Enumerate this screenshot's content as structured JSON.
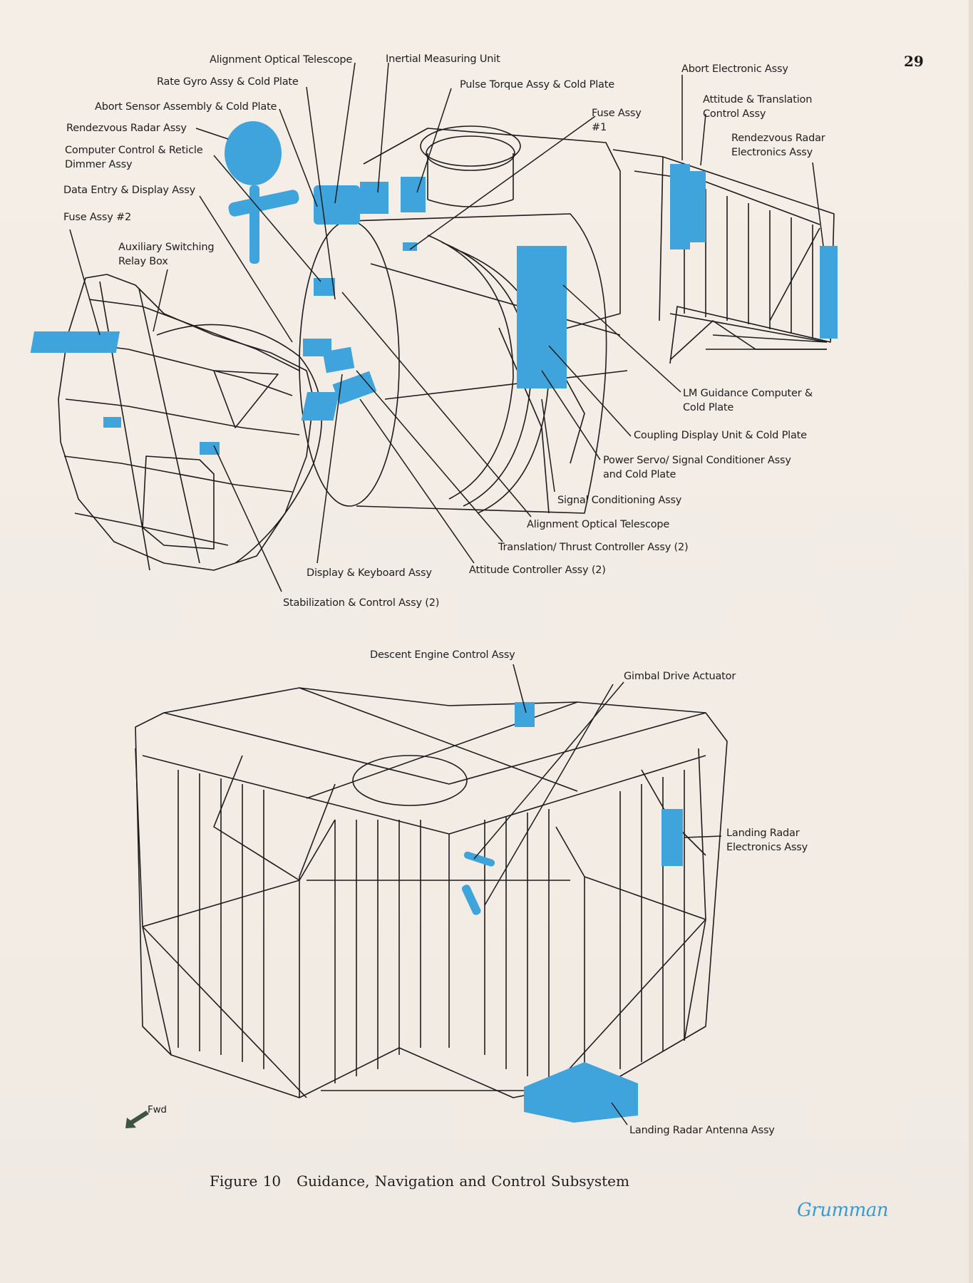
{
  "page": {
    "number": "29",
    "caption_figure": "Figure 10",
    "caption_title": "Guidance, Navigation and Control Subsystem",
    "publisher_logo": "Grumman",
    "direction_indicator": "Fwd",
    "component_highlight_color": "#3fa3dc",
    "line_color": "#1d1d1d",
    "paper_color": "#f3ede6"
  },
  "ascent_stage": {
    "labels": [
      {
        "id": "alignment-optical-telescope-top",
        "text": "Alignment Optical Telescope"
      },
      {
        "id": "inertial-measuring-unit",
        "text": "Inertial Measuring Unit"
      },
      {
        "id": "rate-gyro",
        "text": "Rate Gyro  Assy & Cold Plate"
      },
      {
        "id": "pulse-torque",
        "text": "Pulse Torque Assy &  Cold  Plate"
      },
      {
        "id": "abort-sensor",
        "text": "Abort Sensor Assembly & Cold Plate"
      },
      {
        "id": "fuse-assy-1",
        "text": "Fuse Assy\n#1"
      },
      {
        "id": "rendezvous-radar",
        "text": "Rendezvous Radar Assy"
      },
      {
        "id": "computer-control",
        "text": "Computer  Control &  Reticle\nDimmer Assy"
      },
      {
        "id": "data-entry",
        "text": "Data Entry & Display Assy"
      },
      {
        "id": "fuse-assy-2",
        "text": "Fuse Assy #2"
      },
      {
        "id": "aux-switching",
        "text": "Auxiliary Switching\nRelay Box"
      },
      {
        "id": "abort-electronic",
        "text": "Abort Electronic Assy"
      },
      {
        "id": "attitude-translation",
        "text": "Attitude & Translation\nControl Assy"
      },
      {
        "id": "rr-electronics",
        "text": "Rendezvous Radar\nElectronics Assy"
      },
      {
        "id": "lm-guidance-computer",
        "text": "LM Guidance Computer &\nCold Plate"
      },
      {
        "id": "coupling-display",
        "text": "Coupling Display Unit & Cold Plate"
      },
      {
        "id": "power-servo",
        "text": "Power Servo/ Signal Conditioner Assy\nand Cold Plate"
      },
      {
        "id": "signal-conditioning",
        "text": "Signal Conditioning Assy"
      },
      {
        "id": "alignment-optical-telescope-bottom",
        "text": "Alignment Optical Telescope"
      },
      {
        "id": "translation-thrust",
        "text": "Translation/ Thrust Controller Assy (2)"
      },
      {
        "id": "attitude-controller",
        "text": "Attitude Controller Assy (2)"
      },
      {
        "id": "display-keyboard",
        "text": "Display & Keyboard Assy"
      },
      {
        "id": "stabilization-control",
        "text": "Stabilization & Control Assy (2)"
      }
    ]
  },
  "descent_stage": {
    "labels": [
      {
        "id": "descent-engine-control",
        "text": "Descent Engine Control Assy"
      },
      {
        "id": "gimbal-drive",
        "text": "Gimbal Drive Actuator"
      },
      {
        "id": "landing-radar-electronics",
        "text": "Landing Radar\nElectronics Assy"
      },
      {
        "id": "landing-radar-antenna",
        "text": "Landing Radar Antenna Assy"
      }
    ]
  }
}
